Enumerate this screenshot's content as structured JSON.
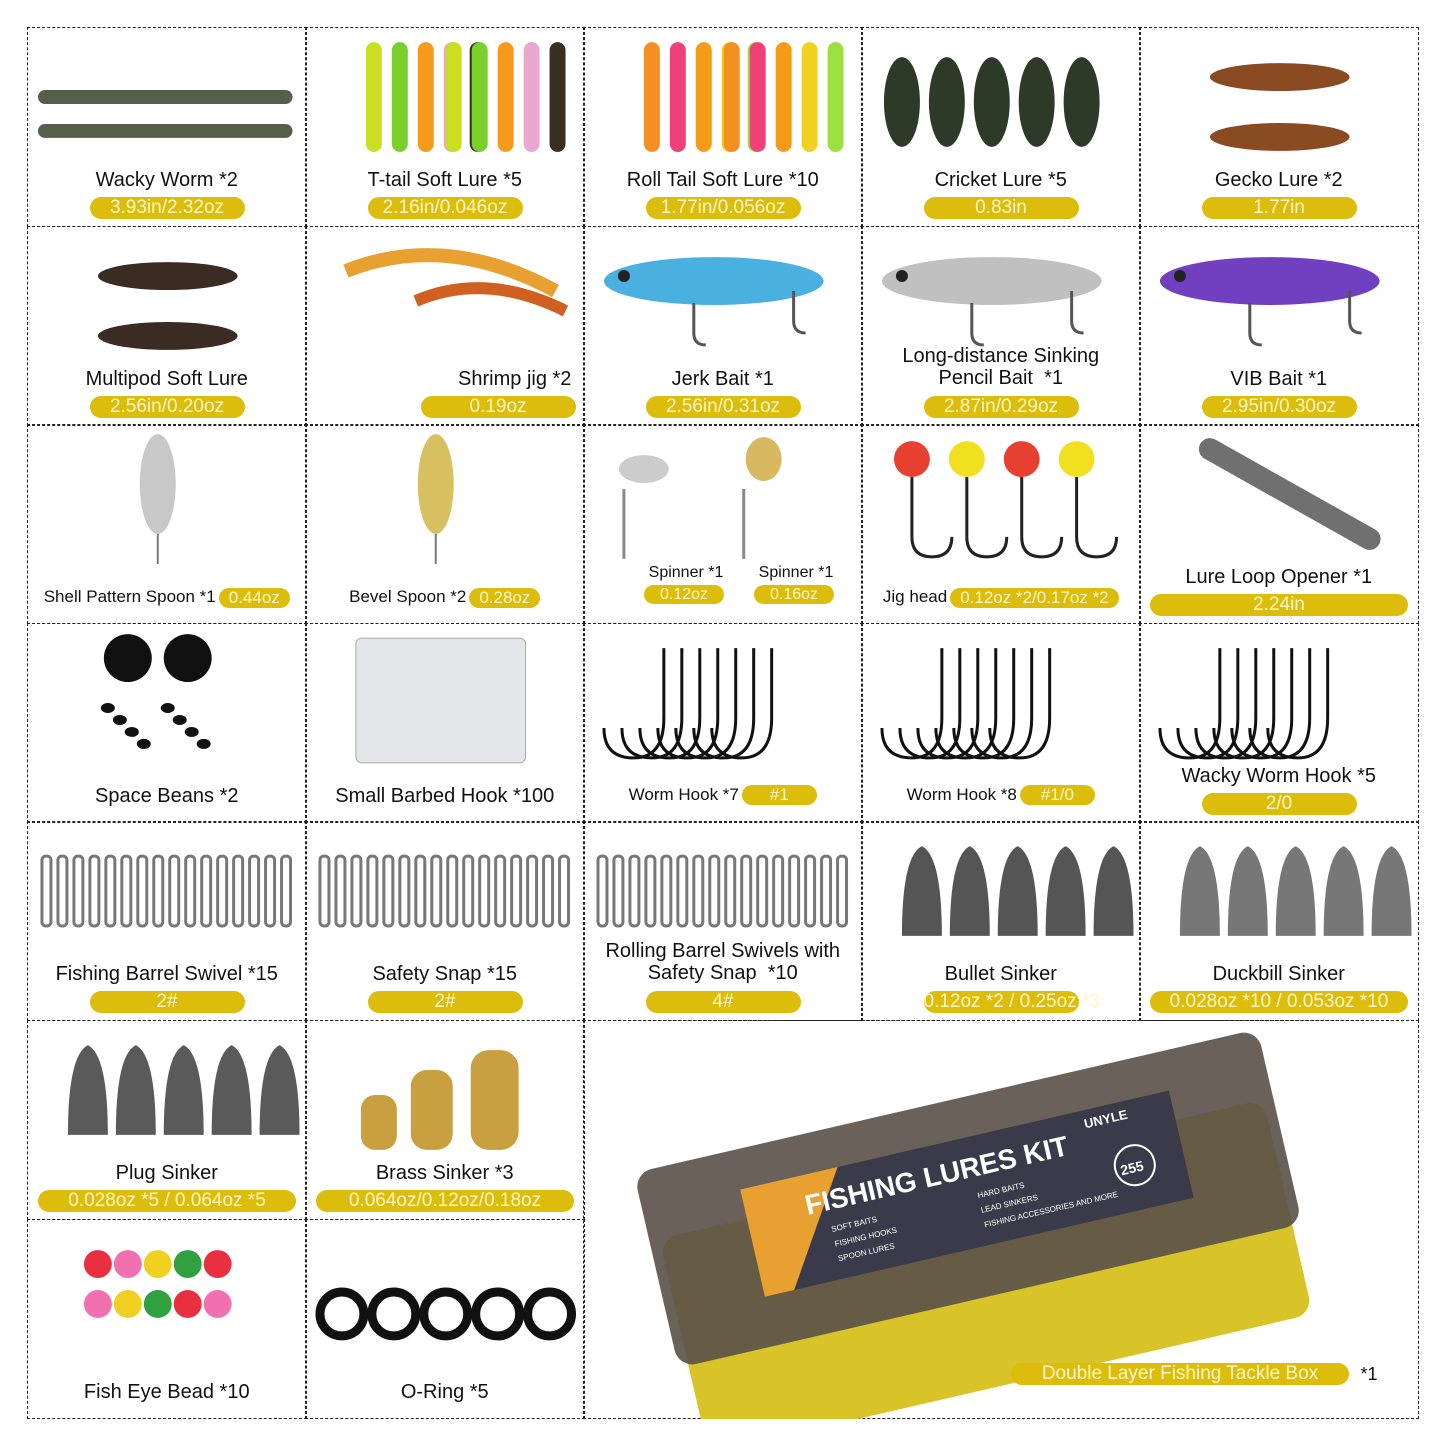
{
  "accent_badge_color": "#dcbd0b",
  "items": [
    {
      "label": "Wacky Worm *2",
      "badge": "3.93in/2.32oz",
      "icon": "worm-icon",
      "colors": [
        "#55604a"
      ]
    },
    {
      "label": "T-tail Soft Lure *5",
      "badge": "2.16in/0.046oz",
      "icon": "soft-lure-icon",
      "colors": [
        "#c8e020",
        "#7ad02a",
        "#f59a1a",
        "#e8a8d0",
        "#3a2e20"
      ]
    },
    {
      "label": "Roll Tail Soft Lure *10",
      "badge": "1.77in/0.056oz",
      "icon": "soft-lure-icon",
      "colors": [
        "#f39020",
        "#f0407a",
        "#f59a1a",
        "#f0d020",
        "#9ce040"
      ]
    },
    {
      "label": "Cricket Lure *5",
      "badge": "0.83in",
      "icon": "cricket-icon",
      "colors": [
        "#2e3a28"
      ]
    },
    {
      "label": "Gecko Lure *2",
      "badge": "1.77in",
      "icon": "gecko-icon",
      "colors": [
        "#8a4a22"
      ]
    },
    {
      "label": "Multipod Soft Lure",
      "badge": "2.56in/0.20oz",
      "icon": "crayfish-icon",
      "colors": [
        "#3a2c22"
      ]
    },
    {
      "label": "Shrimp jig *2",
      "badge": "0.19oz",
      "icon": "shrimp-icon",
      "colors": [
        "#e8a030"
      ],
      "align": "right"
    },
    {
      "label": "Jerk Bait *1",
      "badge": "2.56in/0.31oz",
      "icon": "fish-lure-icon",
      "colors": [
        "#4ab0e0"
      ]
    },
    {
      "label": "Long-distance Sinking\nPencil Bait  *1",
      "badge": "2.87in/0.29oz",
      "icon": "fish-lure-icon",
      "colors": [
        "#c0c0c0"
      ]
    },
    {
      "label": "VIB Bait *1",
      "badge": "2.95in/0.30oz",
      "icon": "fish-lure-icon",
      "colors": [
        "#7040c0"
      ]
    },
    {
      "label": "Shell Pattern Spoon *1",
      "badge": "0.44oz",
      "icon": "spoon-icon",
      "colors": [
        "#c8c8c8"
      ],
      "inline": true
    },
    {
      "label": "Bevel Spoon *2",
      "badge": "0.28oz",
      "icon": "spoon-icon",
      "colors": [
        "#d8c060"
      ],
      "inline": true
    },
    {
      "label": "Spinner *1",
      "badge": "0.12oz",
      "label2": "Spinner *1",
      "badge2": "0.16oz",
      "icon": "spinner-icon",
      "colors": [
        "#a0a0a0"
      ],
      "spinner": true
    },
    {
      "label": "Jig head",
      "badge": "0.12oz *2/0.17oz *2",
      "icon": "jig-head-icon",
      "colors": [
        "#e84030",
        "#f0e020"
      ],
      "inline": true
    },
    {
      "label": "Lure Loop Opener *1",
      "badge": "2.24in",
      "icon": "loop-opener-icon",
      "colors": [
        "#707070"
      ],
      "wide": true
    },
    {
      "label": "Space Beans *2",
      "badge": "",
      "icon": "space-beans-icon",
      "colors": [
        "#111111"
      ]
    },
    {
      "label": "Small Barbed Hook *100",
      "badge": "",
      "icon": "hook-box-icon",
      "colors": [
        "#555555"
      ]
    },
    {
      "label": "Worm Hook *7",
      "badge": "#1",
      "icon": "hook-icon",
      "colors": [
        "#111111"
      ],
      "inline": true
    },
    {
      "label": "Worm Hook *8",
      "badge": "#1/0",
      "icon": "hook-icon",
      "colors": [
        "#111111"
      ],
      "inline": true
    },
    {
      "label": "Wacky Worm Hook *5",
      "badge": "2/0",
      "icon": "hook-icon",
      "colors": [
        "#111111"
      ]
    },
    {
      "label": "Fishing Barrel Swivel *15",
      "badge": "2#",
      "icon": "swivel-icon",
      "colors": [
        "#777777"
      ]
    },
    {
      "label": "Safety Snap *15",
      "badge": "2#",
      "icon": "snap-icon",
      "colors": [
        "#777777"
      ]
    },
    {
      "label": "Rolling Barrel Swivels with\nSafety Snap  *10",
      "badge": "4#",
      "icon": "swivel-icon",
      "colors": [
        "#777777"
      ]
    },
    {
      "label": "Bullet Sinker",
      "badge": "0.12oz *2 / 0.25oz *3",
      "icon": "sinker-icon",
      "colors": [
        "#555555"
      ]
    },
    {
      "label": "Duckbill Sinker",
      "badge": "0.028oz *10 / 0.053oz *10",
      "icon": "sinker-icon",
      "colors": [
        "#777777"
      ],
      "wide": true
    },
    {
      "label": "Plug Sinker",
      "badge": "0.028oz *5 / 0.064oz *5",
      "icon": "sinker-icon",
      "colors": [
        "#5a5a5a"
      ],
      "wide": true
    },
    {
      "label": "Brass Sinker *3",
      "badge": "0.064oz/0.12oz/0.18oz",
      "icon": "brass-sinker-icon",
      "colors": [
        "#c9a040"
      ],
      "wide": true
    },
    {
      "label": "Fish Eye Bead *10",
      "badge": "",
      "icon": "bead-icon",
      "colors": [
        "#e83040",
        "#f070b0",
        "#f0d020",
        "#30a040"
      ]
    },
    {
      "label": "O-Ring *5",
      "badge": "",
      "icon": "o-ring-icon",
      "colors": [
        "#111111"
      ]
    }
  ],
  "tackle_box": {
    "label": "Double Layer Fishing Tackle Box",
    "count": "*1",
    "brand": "UNYLE",
    "kit_title": "FISHING LURES KIT",
    "pieces": "255",
    "features": [
      "SOFT BAITS",
      "HARD BAITS",
      "FISHING HOOKS",
      "LEAD SINKERS",
      "SPOON LURES",
      "FISHING ACCESSORIES AND MORE"
    ]
  }
}
